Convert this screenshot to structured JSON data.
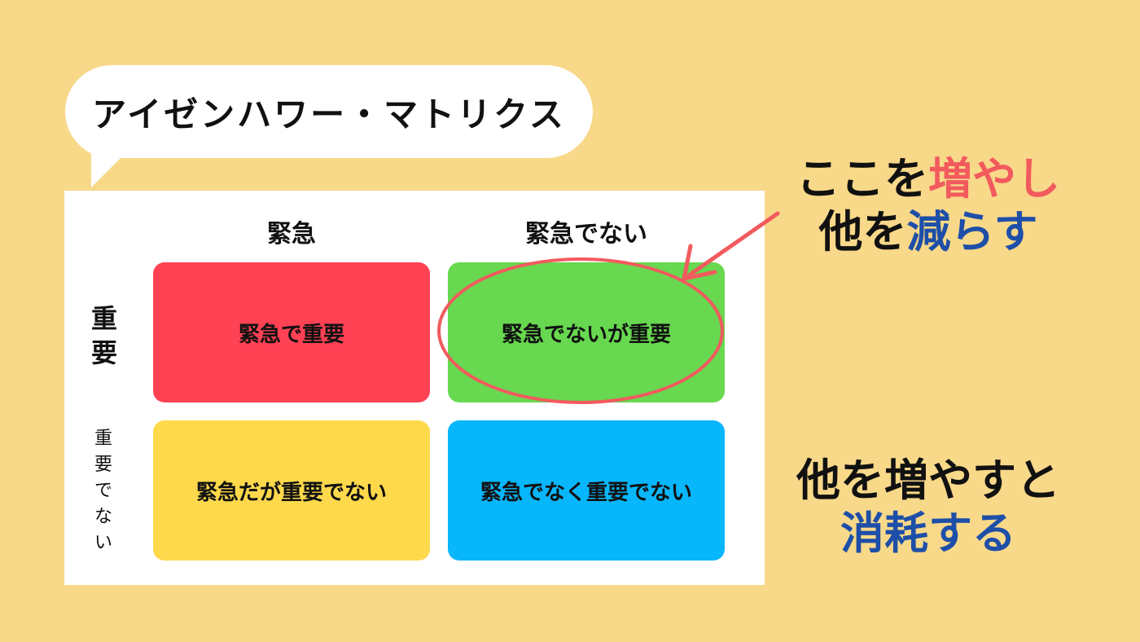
{
  "title": "アイゼンハワー・マトリクス",
  "columns": [
    "緊急",
    "緊急でない"
  ],
  "rows": {
    "important_chars": [
      "重",
      "要"
    ],
    "not_important_chars": [
      "重",
      "要",
      "で",
      "な",
      "い"
    ]
  },
  "quadrants": [
    {
      "label": "緊急で重要",
      "color": "#ff4154"
    },
    {
      "label": "緊急でないが重要",
      "color": "#67d84f"
    },
    {
      "label": "緊急だが重要でない",
      "color": "#fed94b"
    },
    {
      "label": "緊急でなく重要でない",
      "color": "#08b6fc"
    }
  ],
  "annotation_top": {
    "line1_a": "ここを",
    "line1_b": "増やし",
    "line2_a": "他を",
    "line2_b": "減らす"
  },
  "annotation_bottom": {
    "line1": "他を増やすと",
    "line2": "消耗する"
  },
  "colors": {
    "background": "#f8d889",
    "highlight_red": "#f25a5e",
    "highlight_blue": "#1e4fa8"
  }
}
